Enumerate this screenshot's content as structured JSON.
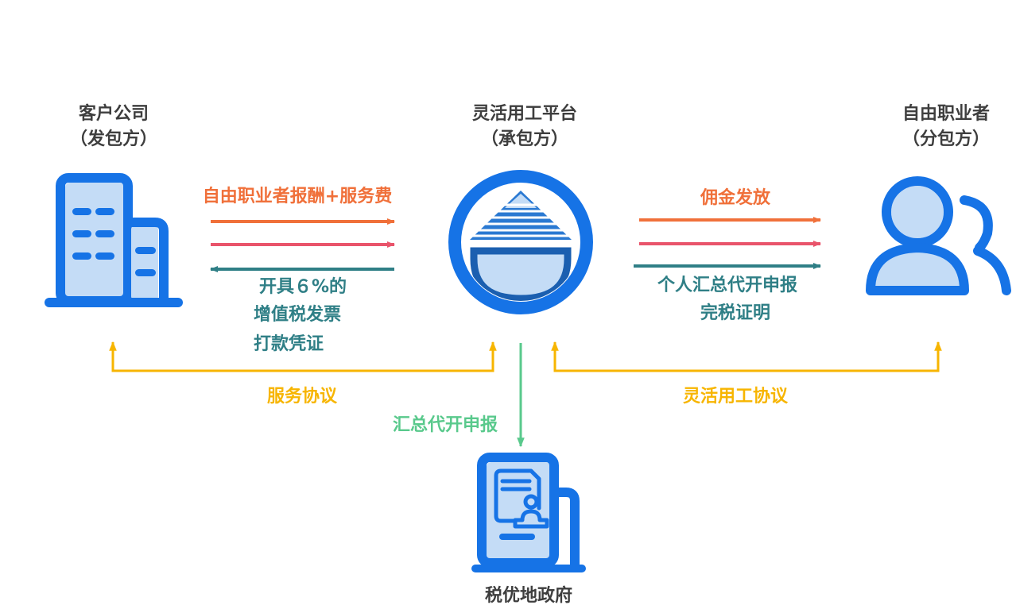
{
  "colors": {
    "blue": "#1673e6",
    "light_blue": "#c4dcf6",
    "orange": "#f0703a",
    "pink": "#e9546b",
    "teal": "#2f7f86",
    "yellow": "#f7b500",
    "green": "#59c98c",
    "gray_text": "#3e3e3e"
  },
  "nodes": {
    "client": {
      "title": "客户公司",
      "role": "（发包方）",
      "icon": "office-building-icon"
    },
    "platform": {
      "title": "灵活用工平台",
      "role": "（承包方）",
      "icon": "platform-logo-icon"
    },
    "freelancer": {
      "title": "自由职业者",
      "role": "（分包方）",
      "icon": "users-icon"
    },
    "government": {
      "title": "税优地政府",
      "icon": "government-building-icon"
    }
  },
  "flows": {
    "client_to_platform": "自由职业者报酬+服务费",
    "platform_to_client": [
      "开具６%的",
      "增值税发票",
      "打款凭证"
    ],
    "platform_to_freelancer": "佣金发放",
    "freelancer_docs": [
      "个人汇总代开申报",
      "完税证明"
    ],
    "service_agreement": "服务协议",
    "flexible_agreement": "灵活用工协议",
    "tax_filing": "汇总代开申报"
  }
}
